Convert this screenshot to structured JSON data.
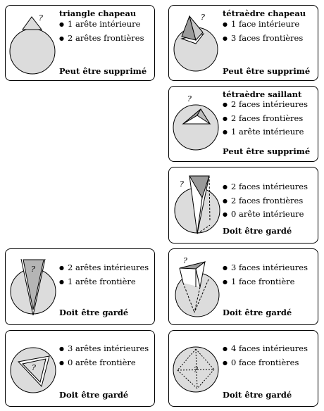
{
  "cards": [
    {
      "id": "triangle-chapeau",
      "title": "triangle chapeau",
      "items": [
        "1 arête intérieure",
        "2 arêtes frontières"
      ],
      "verdict": "Peut être supprimé",
      "question_mark": "?"
    },
    {
      "id": "tetraedre-chapeau",
      "title": "tétraèdre chapeau",
      "items": [
        "1 face intérieure",
        "3 faces frontières"
      ],
      "verdict": "Peut être supprimé",
      "question_mark": "?"
    },
    {
      "id": "tetraedre-saillant",
      "title": "tétraèdre saillant",
      "items": [
        "2 faces intérieures",
        "2 faces frontières",
        "1 arête intérieure"
      ],
      "verdict": "Peut être supprimé",
      "question_mark": "?"
    },
    {
      "id": "tetra-deep-wedge",
      "title": "",
      "items": [
        "2 faces intérieures",
        "2 faces frontières",
        "0 arête intérieure"
      ],
      "verdict": "Doit être gardé",
      "question_mark": "?"
    },
    {
      "id": "triangle-wedge",
      "title": "",
      "items": [
        "2 arêtes intérieures",
        "1 arête frontière"
      ],
      "verdict": "Doit être gardé",
      "question_mark": "?"
    },
    {
      "id": "tetra-one-face",
      "title": "",
      "items": [
        "3 faces intérieures",
        "1 face frontière"
      ],
      "verdict": "Doit être gardé",
      "question_mark": "?"
    },
    {
      "id": "triangle-interior",
      "title": "",
      "items": [
        "3 arêtes intérieures",
        "0 arête frontière"
      ],
      "verdict": "Doit être gardé",
      "question_mark": "?"
    },
    {
      "id": "tetra-interior",
      "title": "",
      "items": [
        "4 faces intérieures",
        "0 face frontières"
      ],
      "verdict": "Doit être gardé",
      "question_mark": "?"
    }
  ]
}
